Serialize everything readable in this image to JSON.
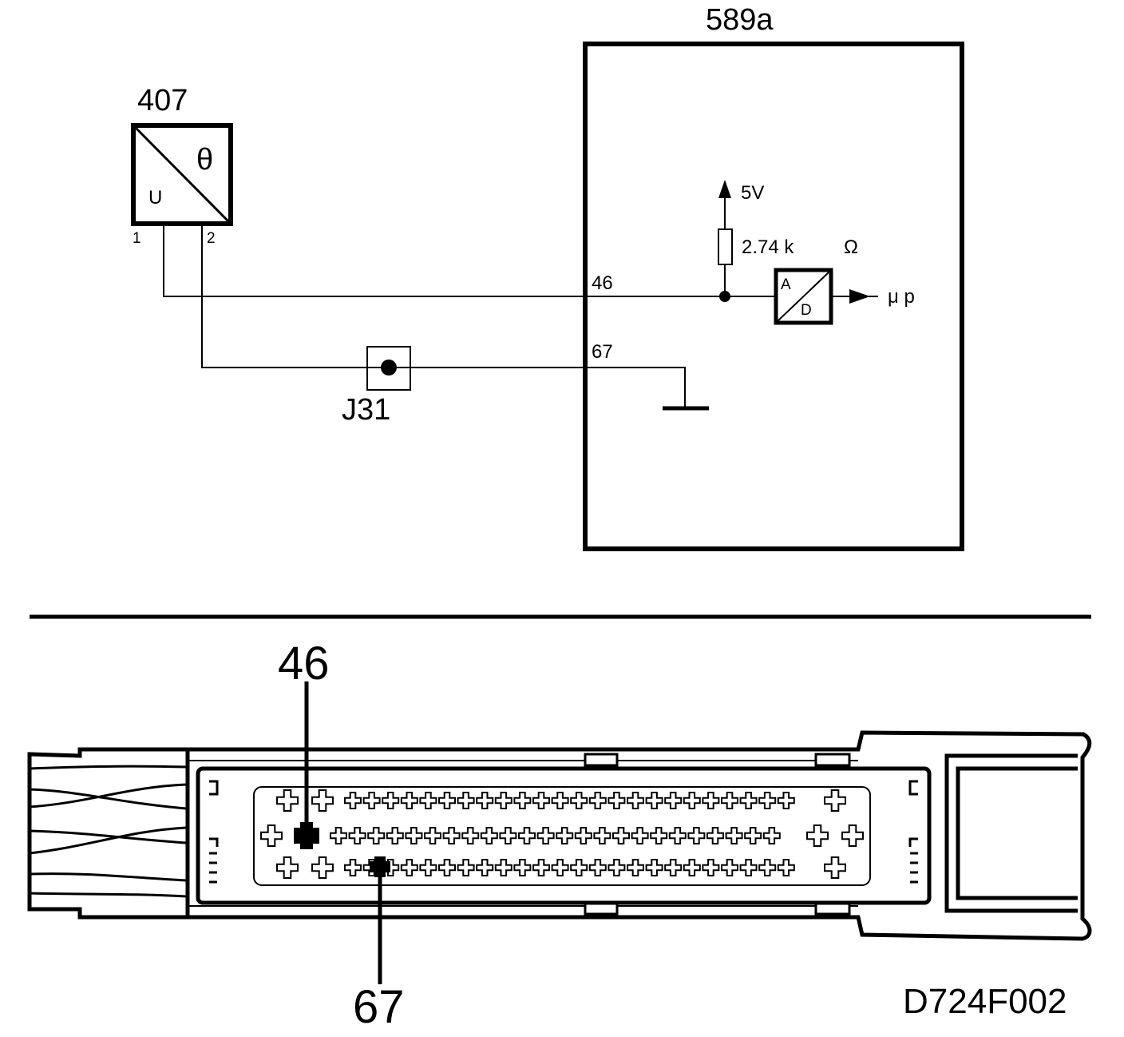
{
  "schematic": {
    "sensor": {
      "id": "407",
      "symbol_top": "θ",
      "symbol_bottom": "U",
      "pin1": "1",
      "pin2": "2"
    },
    "ecu": {
      "id": "589a",
      "pin_signal": "46",
      "pin_ground": "67"
    },
    "junction": {
      "id": "J31"
    },
    "supply": {
      "label": "5V"
    },
    "resistor": {
      "label": "2.74 k",
      "unit": "Ω"
    },
    "adc": {
      "top": "A",
      "bottom": "D"
    },
    "output": {
      "label": "μ p"
    }
  },
  "connector": {
    "callout_top": "46",
    "callout_bottom": "67"
  },
  "figure_code": "D724F002"
}
